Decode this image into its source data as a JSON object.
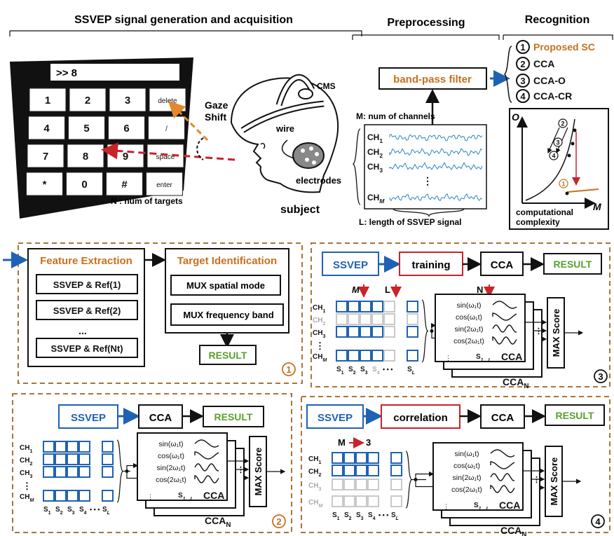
{
  "top": {
    "section_acquisition": "SSVEP signal generation and acquisition",
    "section_preprocessing": "Preprocessing",
    "section_recognition": "Recognition",
    "screen_display": ">> 8",
    "keypad": [
      [
        "1",
        "2",
        "3",
        "delete"
      ],
      [
        "4",
        "5",
        "6",
        "/"
      ],
      [
        "7",
        "8",
        "9",
        "space"
      ],
      [
        "*",
        "0",
        "#",
        "enter"
      ]
    ],
    "targets_label": "N : num of targets",
    "gaze_line1": "Gaze",
    "gaze_line2": "Shift",
    "cms": "CMS",
    "wire": "wire",
    "electrodes": "electrodes",
    "subject": "subject",
    "filter": "band-pass filter",
    "channels_label": "M: num of channels",
    "channel_names": [
      "CH",
      "CH",
      "CH",
      "CH"
    ],
    "channel_subs": [
      "1",
      "2",
      "3",
      "M"
    ],
    "length_label": "L: length of SSVEP  signal",
    "methods": [
      {
        "num": "1",
        "label": "Proposed SC"
      },
      {
        "num": "2",
        "label": "CCA"
      },
      {
        "num": "3",
        "label": "CCA-O"
      },
      {
        "num": "4",
        "label": "CCA-CR"
      }
    ],
    "axis_y": "O",
    "axis_x": "M",
    "axis_caption1": "computational",
    "axis_caption2": "complexity",
    "plot_nums": [
      "2",
      "3",
      "4",
      "1"
    ]
  },
  "panel1": {
    "feature_extraction": "Feature Extraction",
    "target_identification": "Target Identification",
    "refs": [
      "SSVEP & Ref(1)",
      "SSVEP & Ref(2)",
      "...",
      "SSVEP & Ref(Nt)"
    ],
    "mux_spatial": "MUX spatial mode",
    "mux_frequency": "MUX frequency band",
    "result": "RESULT",
    "badge": "1"
  },
  "panel3": {
    "ssvep": "SSVEP",
    "training": "training",
    "cca": "CCA",
    "result": "RESULT",
    "m_label": "M",
    "l_label": "L",
    "n_label": "N",
    "rows": [
      "CH",
      "CH",
      "CH",
      "⋮",
      "CH"
    ],
    "row_subs": [
      "1",
      "2",
      "3",
      "",
      "M"
    ],
    "cols": [
      "S",
      "S",
      "S",
      "S",
      "• • •",
      "S"
    ],
    "col_subs": [
      "1",
      "2",
      "3",
      "4",
      "",
      "L"
    ],
    "refs": [
      "sin(ω₁t)",
      "cos(ω₁t)",
      "sin(2ω₁t)",
      "cos(2ω₁t)"
    ],
    "s1l": "S",
    "s1l_sub": "1…L",
    "cca_box": "CCA",
    "ccan": "CCA",
    "ccan_sub": "N",
    "max_score": "MAX Score",
    "badge": "3"
  },
  "panel2": {
    "ssvep": "SSVEP",
    "cca": "CCA",
    "result": "RESULT",
    "rows": [
      "CH",
      "CH",
      "CH",
      "⋮",
      "CH"
    ],
    "row_subs": [
      "1",
      "2",
      "3",
      "",
      "M"
    ],
    "cols": [
      "S",
      "S",
      "S",
      "S",
      "• • •",
      "S"
    ],
    "col_subs": [
      "1",
      "2",
      "3",
      "4",
      "",
      "L"
    ],
    "refs": [
      "sin(ω₁t)",
      "cos(ω₁t)",
      "sin(2ω₁t)",
      "cos(2ω₁t)"
    ],
    "s1l": "S",
    "s1l_sub": "1…L",
    "cca_box": "CCA",
    "ccan": "CCA",
    "ccan_sub": "N",
    "max_score": "MAX Score",
    "badge": "2"
  },
  "panel4": {
    "ssvep": "SSVEP",
    "correlation": "correlation",
    "cca": "CCA",
    "result": "RESULT",
    "m_label": "M",
    "three": "3",
    "rows": [
      "CH",
      "CH",
      "CH",
      "CH"
    ],
    "row_subs": [
      "1",
      "2",
      "3",
      "M"
    ],
    "cols": [
      "S",
      "S",
      "S",
      "S",
      "• • •",
      "S"
    ],
    "col_subs": [
      "1",
      "2",
      "3",
      "4",
      "",
      "L"
    ],
    "refs": [
      "sin(ω₁t)",
      "cos(ω₁t)",
      "sin(2ω₁t)",
      "cos(2ω₁t)"
    ],
    "s1l": "S",
    "s1l_sub": "1…L",
    "cca_box": "CCA",
    "ccan": "CCA",
    "ccan_sub": "N",
    "max_score": "MAX Score",
    "badge": "4"
  },
  "colors": {
    "orange": "#c7701f",
    "blue": "#1f62b3",
    "green": "#5aa02c",
    "red": "#c8242a",
    "dash": "#a8743a",
    "signal": "#2c86c6",
    "grey": "#c9c9c9"
  }
}
